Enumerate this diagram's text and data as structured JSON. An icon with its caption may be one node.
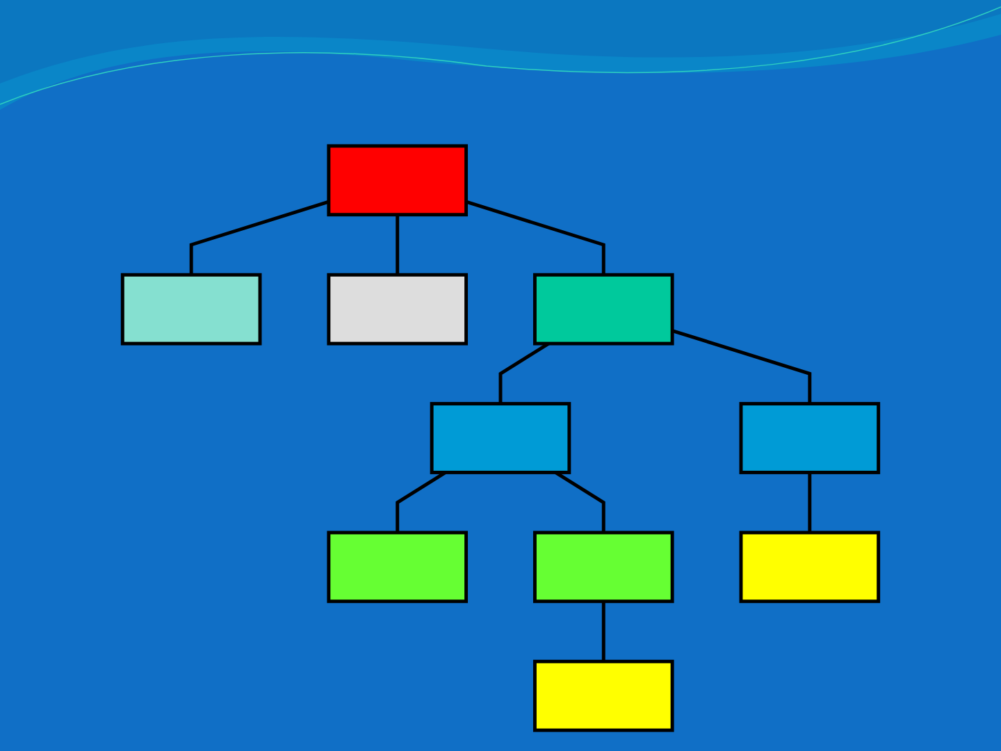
{
  "diagram": {
    "nodes": [
      {
        "text": [],
        "shape": "box"
      },
      {
        "text": [],
        "shape": "box"
      },
      {
        "text": [],
        "shape": "box"
      },
      {
        "text": [],
        "shape": "box"
      },
      {
        "text": [],
        "shape": "box"
      },
      {
        "text": [],
        "shape": "box"
      },
      {
        "text": [],
        "shape": "box"
      },
      {
        "text": [],
        "shape": "box"
      },
      {
        "text": [],
        "shape": "box"
      },
      {
        "text": [],
        "shape": "box"
      }
    ],
    "edges": [
      {
        "from": 0,
        "to": 1,
        "arrow": "none"
      },
      {
        "from": 0,
        "to": 2,
        "arrow": "none"
      },
      {
        "from": 0,
        "to": 3,
        "arrow": "none"
      },
      {
        "from": 3,
        "to": 4,
        "arrow": "none"
      },
      {
        "from": 3,
        "to": 5,
        "arrow": "none"
      },
      {
        "from": 4,
        "to": 6,
        "arrow": "none"
      },
      {
        "from": 4,
        "to": 7,
        "arrow": "none"
      },
      {
        "from": 5,
        "to": 8,
        "arrow": "none"
      },
      {
        "from": 7,
        "to": 9,
        "arrow": "none"
      }
    ]
  }
}
